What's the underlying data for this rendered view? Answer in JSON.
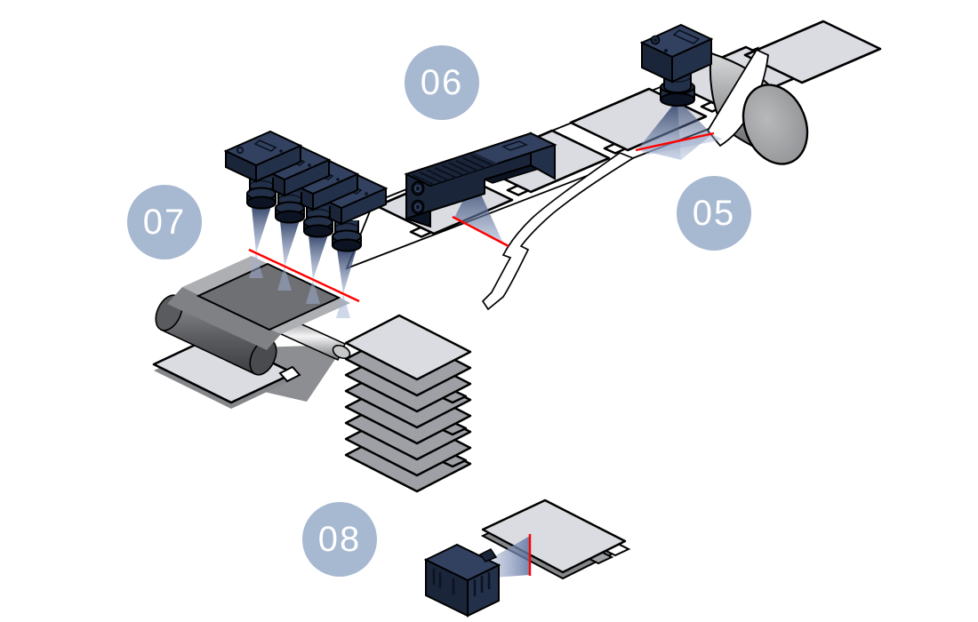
{
  "stations": [
    {
      "label": "05",
      "name": "camera-over-end-roller-web-inspection",
      "parts": [
        "camera-head",
        "lens-barrel",
        "scan-beam",
        "scan-line",
        "conveyor-web",
        "end-roller",
        "electrode-sheets"
      ]
    },
    {
      "label": "06",
      "name": "line-scan-sensor-sheet-inspection",
      "parts": [
        "line-scan-sensor",
        "vent-grille",
        "lens-ports",
        "scan-beam",
        "scan-line",
        "edge-trim-web"
      ]
    },
    {
      "label": "07",
      "name": "four-camera-web-inspection",
      "parts": [
        "camera-1",
        "camera-2",
        "camera-3",
        "camera-4",
        "scan-beams",
        "scan-line",
        "coated-web",
        "web-roller-dark",
        "web-roller-silver",
        "separated-sheet"
      ]
    },
    {
      "label": "08",
      "name": "stack-edge-sensor-inspection",
      "parts": [
        "edge-sensor",
        "scan-beam",
        "scan-line",
        "stacked-cell-sheet",
        "sheet-stack"
      ]
    }
  ],
  "colors": {
    "badge_bg": "#A7B8D1",
    "badge_text": "#FFFFFF",
    "device_top": "#324160",
    "device_front": "#1A2539",
    "device_side": "#233049",
    "device_dark": "#0C1322",
    "beam_core": "#2C3D63",
    "beam_soft": "#8FA3C9",
    "beam_tail": "#9FB2D3",
    "scan_line": "#FF0000",
    "outline": "#000000",
    "sheet_light": "#DBDCE2",
    "sheet_gray": "#9EA0A5",
    "sheet_under": "#85878B",
    "web_gray": "#AEAFB3",
    "web_coated": "#6F7073",
    "web_shadow": "#8D8E92",
    "roller_dark": "#515256",
    "roller_silver": "#E8E9EA",
    "roller_face": "#A5A6A9",
    "band_fill": "#FFFFFF"
  }
}
